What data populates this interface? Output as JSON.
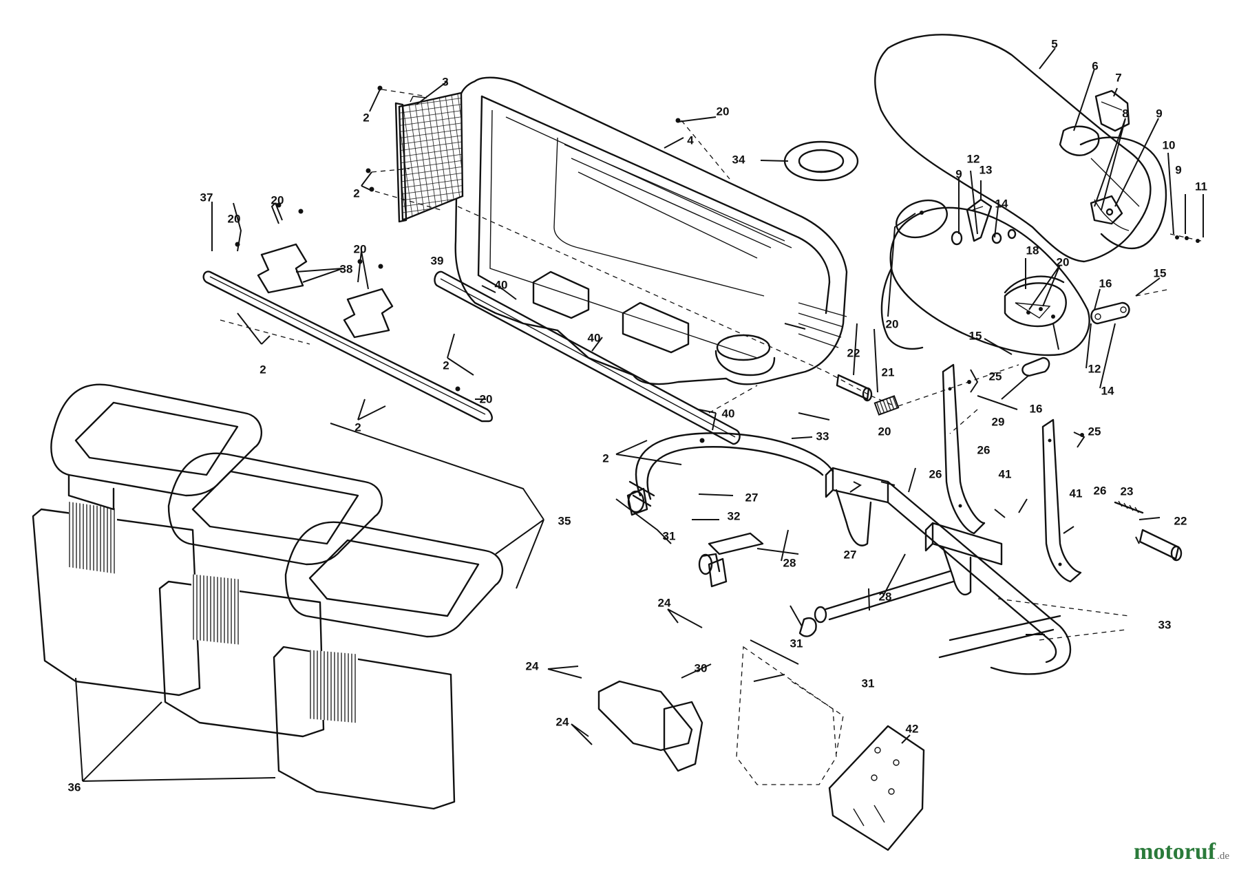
{
  "labels": {
    "l2a": "2",
    "l2b": "2",
    "l2c": "2",
    "l2d": "2",
    "l2e": "2",
    "l2f": "2",
    "l3": "3",
    "l4": "4",
    "l5": "5",
    "l6": "6",
    "l7": "7",
    "l8": "8",
    "l9a": "9",
    "l9b": "9",
    "l9c": "9",
    "l10": "10",
    "l11": "11",
    "l12a": "12",
    "l12b": "12",
    "l13": "13",
    "l14a": "14",
    "l14b": "14",
    "l15a": "15",
    "l15b": "15",
    "l16a": "16",
    "l16b": "16",
    "l18": "18",
    "l20a": "20",
    "l20b": "20",
    "l20c": "20",
    "l20d": "20",
    "l20e": "20",
    "l20f": "20",
    "l20g": "20",
    "l20h": "20",
    "l21": "21",
    "l22a": "22",
    "l22b": "22",
    "l23": "23",
    "l24a": "24",
    "l24b": "24",
    "l24c": "24",
    "l25a": "25",
    "l25b": "25",
    "l26a": "26",
    "l26b": "26",
    "l26c": "26",
    "l27a": "27",
    "l27b": "27",
    "l28a": "28",
    "l28b": "28",
    "l29": "29",
    "l30": "30",
    "l31a": "31",
    "l31b": "31",
    "l31c": "31",
    "l32": "32",
    "l33a": "33",
    "l33b": "33",
    "l34": "34",
    "l35": "35",
    "l36": "36",
    "l37": "37",
    "l38": "38",
    "l39": "39",
    "l40a": "40",
    "l40b": "40",
    "l40c": "40",
    "l41a": "41",
    "l41b": "41",
    "l42": "42"
  },
  "watermark": {
    "brand_a": "moto",
    "brand_b": "ruf",
    "tld": ".de"
  }
}
